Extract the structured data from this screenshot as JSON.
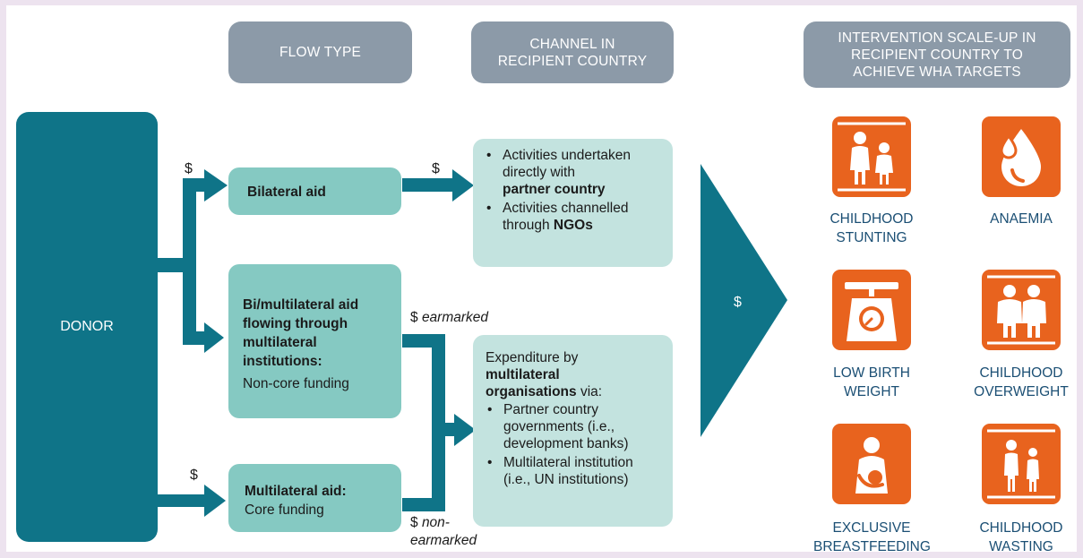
{
  "headers": {
    "flow_type": "FLOW TYPE",
    "channel_line1": "CHANNEL IN",
    "channel_line2": "RECIPIENT COUNTRY",
    "scaleup_line1": "INTERVENTION SCALE-UP IN",
    "scaleup_line2": "RECIPIENT COUNTRY TO",
    "scaleup_line3": "ACHIEVE WHA TARGETS"
  },
  "donor": "DONOR",
  "flows": {
    "bilateral": "Bilateral aid",
    "bimulti_line1": "Bi/multilateral aid",
    "bimulti_line2": "flowing through",
    "bimulti_line3": "multilateral",
    "bimulti_line4": "institutions:",
    "bimulti_sub": "Non-core funding",
    "multi_title": "Multilateral aid:",
    "multi_sub": "Core funding"
  },
  "channels": {
    "bilateral_b1_l1": "Activities undertaken",
    "bilateral_b1_l2": "directly with",
    "bilateral_b1_bold": "partner country",
    "bilateral_b2_l1": "Activities channelled",
    "bilateral_b2_l2": "through ",
    "bilateral_b2_bold": "NGOs",
    "multi_intro1": "Expenditure by",
    "multi_bold1": "multilateral",
    "multi_bold2": "organisations",
    "multi_via": " via:",
    "multi_b1_l1": "Partner country",
    "multi_b1_l2": "governments (i.e.,",
    "multi_b1_l3": "development banks)",
    "multi_b2_l1": "Multilateral institution",
    "multi_b2_l2": "(i.e., UN institutions)"
  },
  "labels": {
    "dollar": "$",
    "earmarked": "earmarked",
    "non": "non-",
    "earmarked2": "earmarked"
  },
  "targets": [
    {
      "icon": "children-icon",
      "line1": "CHILDHOOD",
      "line2": "STUNTING"
    },
    {
      "icon": "blood-drop-icon",
      "line1": "ANAEMIA",
      "line2": ""
    },
    {
      "icon": "scale-icon",
      "line1": "LOW BIRTH",
      "line2": "WEIGHT"
    },
    {
      "icon": "overweight-children-icon",
      "line1": "CHILDHOOD",
      "line2": "OVERWEIGHT"
    },
    {
      "icon": "breastfeeding-icon",
      "line1": "EXCLUSIVE",
      "line2": "BREASTFEEDING"
    },
    {
      "icon": "thin-children-icon",
      "line1": "CHILDHOOD",
      "line2": "WASTING"
    }
  ],
  "colors": {
    "donor": "#0f7488",
    "flow_box": "#85c9c2",
    "channel_box": "#c3e3df",
    "header": "#8c9aa8",
    "icon": "#e8631e",
    "caption": "#1b4f74"
  }
}
